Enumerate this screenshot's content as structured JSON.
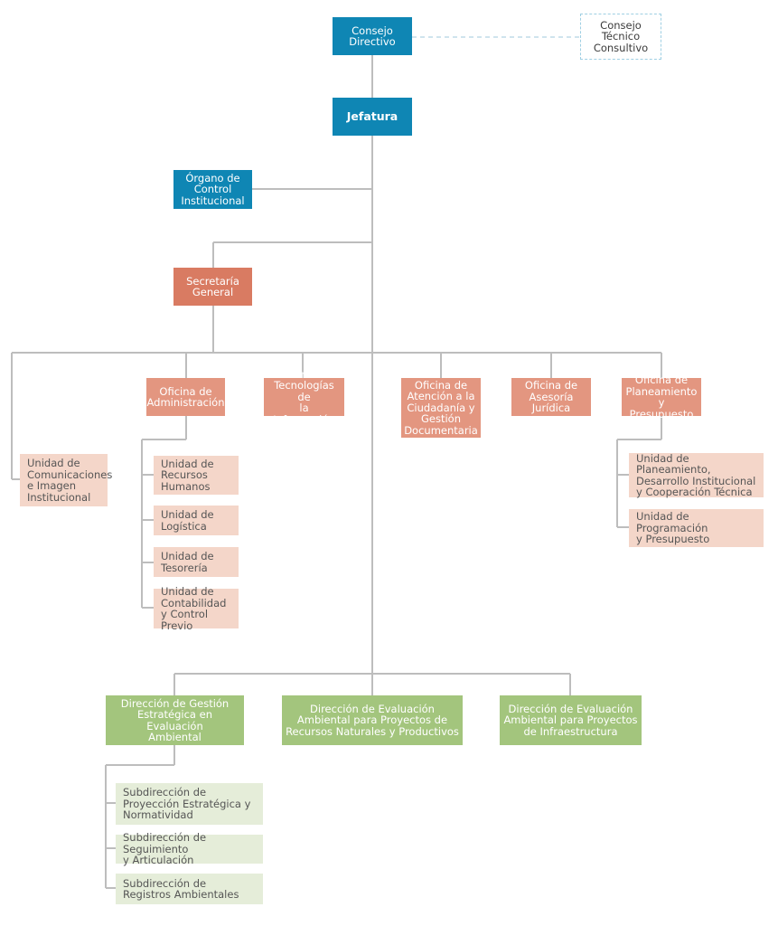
{
  "colors": {
    "connector": "#bdbdbd",
    "blue": "#0f86b4",
    "salmon": "#d97b62",
    "peach_dark": "#e39680",
    "peach_light": "#f4d6c9",
    "green_dark": "#a3c57d",
    "green_light": "#e5edd9"
  },
  "nodes": {
    "consejo_directivo": "Consejo\nDirectivo",
    "consejo_tecnico": "Consejo\nTécnico\nConsultivo",
    "jefatura": "Jefatura",
    "organo_control": "Órgano de\nControl\nInstitucional",
    "secretaria_general": "Secretaría\nGeneral",
    "unidad_comunicaciones": "Unidad de\nComunicaciones\ne Imagen\nInstitucional",
    "oficina_administracion": "Oficina de\nAdministración",
    "oficina_tecnologias": "Oficina de\nTecnologías de\nla Información",
    "oficina_atencion": "Oficina de\nAtención a la\nCiudadanía y\nGestión\nDocumentaria",
    "oficina_asesoria": "Oficina de\nAsesoría\nJurídica",
    "oficina_planeamiento": "Oficina de\nPlaneamiento\ny Presupuesto",
    "unidad_rrhh": "Unidad de\nRecursos\nHumanos",
    "unidad_logistica": "Unidad de\nLogística",
    "unidad_tesoreria": "Unidad de\nTesorería",
    "unidad_contabilidad": "Unidad de\nContabilidad\ny Control Previo",
    "unidad_planeamiento": "Unidad de Planeamiento,\nDesarrollo Institucional\ny Cooperación Técnica",
    "unidad_programacion": "Unidad de Programación\ny Presupuesto",
    "direccion_gestion": "Dirección de Gestión\nEstratégica en Evaluación\nAmbiental",
    "direccion_recursos": "Dirección de Evaluación\nAmbiental para Proyectos de\nRecursos Naturales y Productivos",
    "direccion_infraestructura": "Dirección de Evaluación\nAmbiental para Proyectos\nde Infraestructura",
    "sub_proyeccion": "Subdirección de\nProyección Estratégica y\nNormatividad",
    "sub_seguimiento": "Subdirección de Seguimiento\ny Articulación",
    "sub_registros": "Subdirección de\nRegistros Ambientales"
  }
}
